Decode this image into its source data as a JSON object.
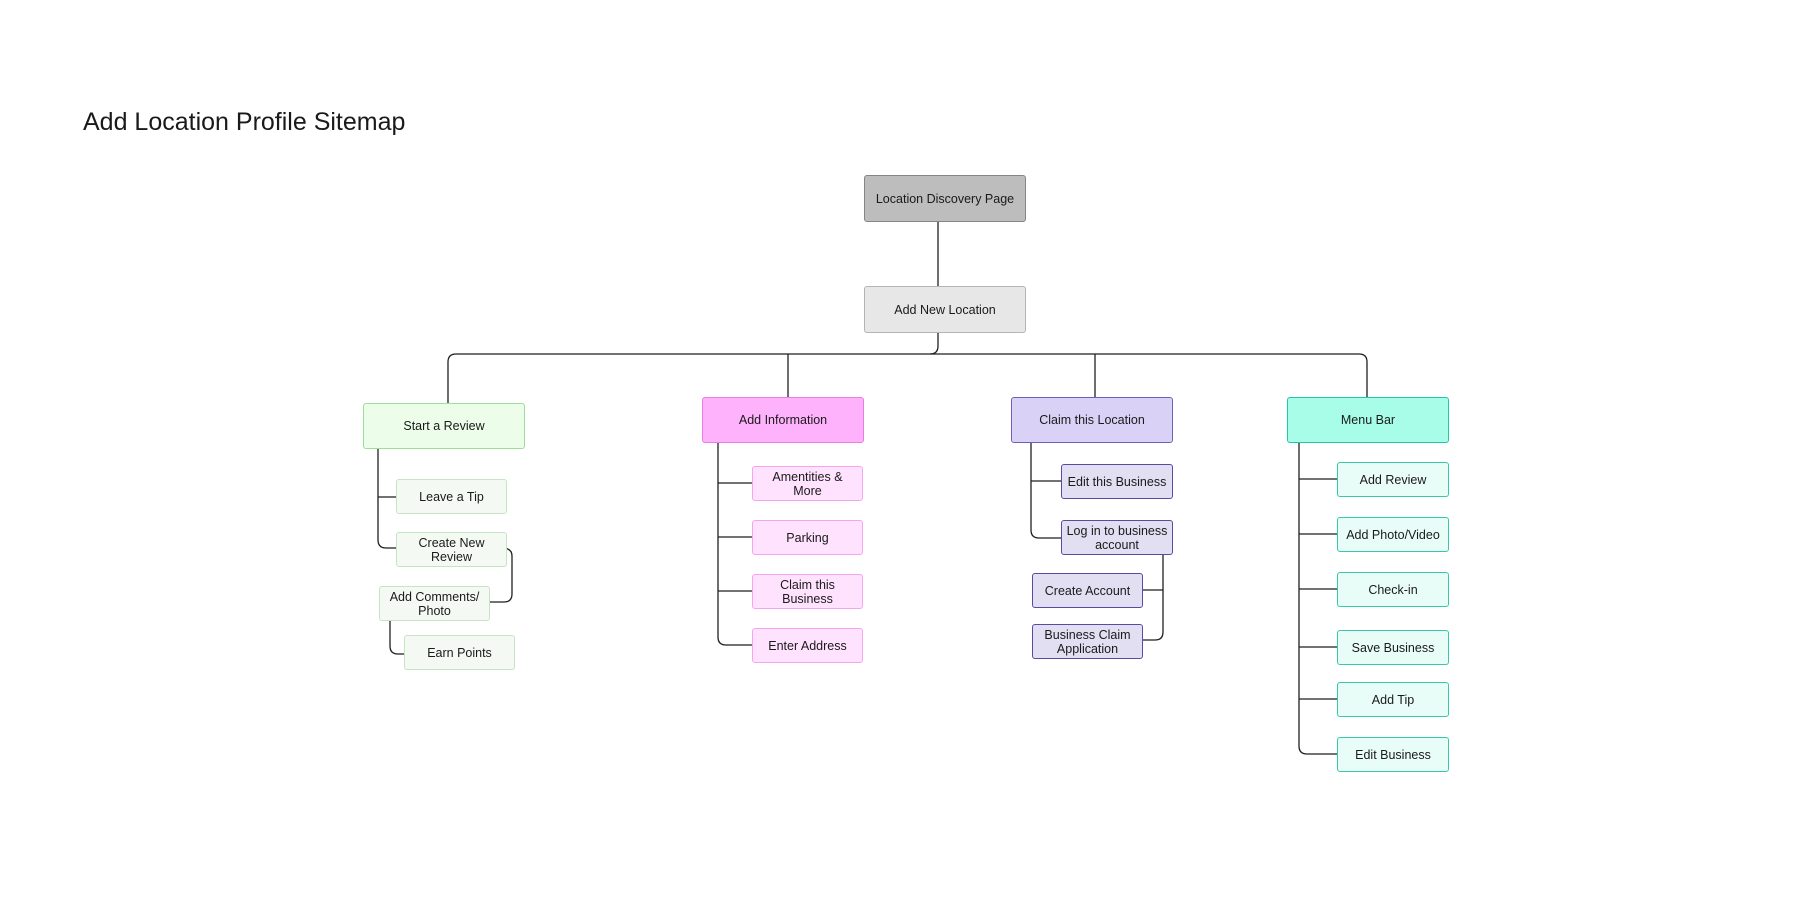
{
  "title": "Add Location Profile Sitemap",
  "nodes": {
    "location_discovery": "Location Discovery Page",
    "add_new_location": "Add New Location",
    "start_review": "Start a Review",
    "leave_tip": "Leave a Tip",
    "create_review": "Create New Review",
    "add_comments": "Add Comments/ Photo",
    "earn_points": "Earn Points",
    "add_information": "Add Information",
    "amenities": "Amentities & More",
    "parking": "Parking",
    "claim_business": "Claim this Business",
    "enter_address": "Enter Address",
    "claim_location": "Claim this Location",
    "edit_business": "Edit this Business",
    "log_in": "Log in to business account",
    "create_account": "Create Account",
    "claim_application": "Business Claim Application",
    "menu_bar": "Menu Bar",
    "add_review": "Add Review",
    "add_photo": "Add Photo/Video",
    "check_in": "Check-in",
    "save_business": "Save Business",
    "add_tip": "Add Tip",
    "menu_edit_business": "Edit Business"
  }
}
